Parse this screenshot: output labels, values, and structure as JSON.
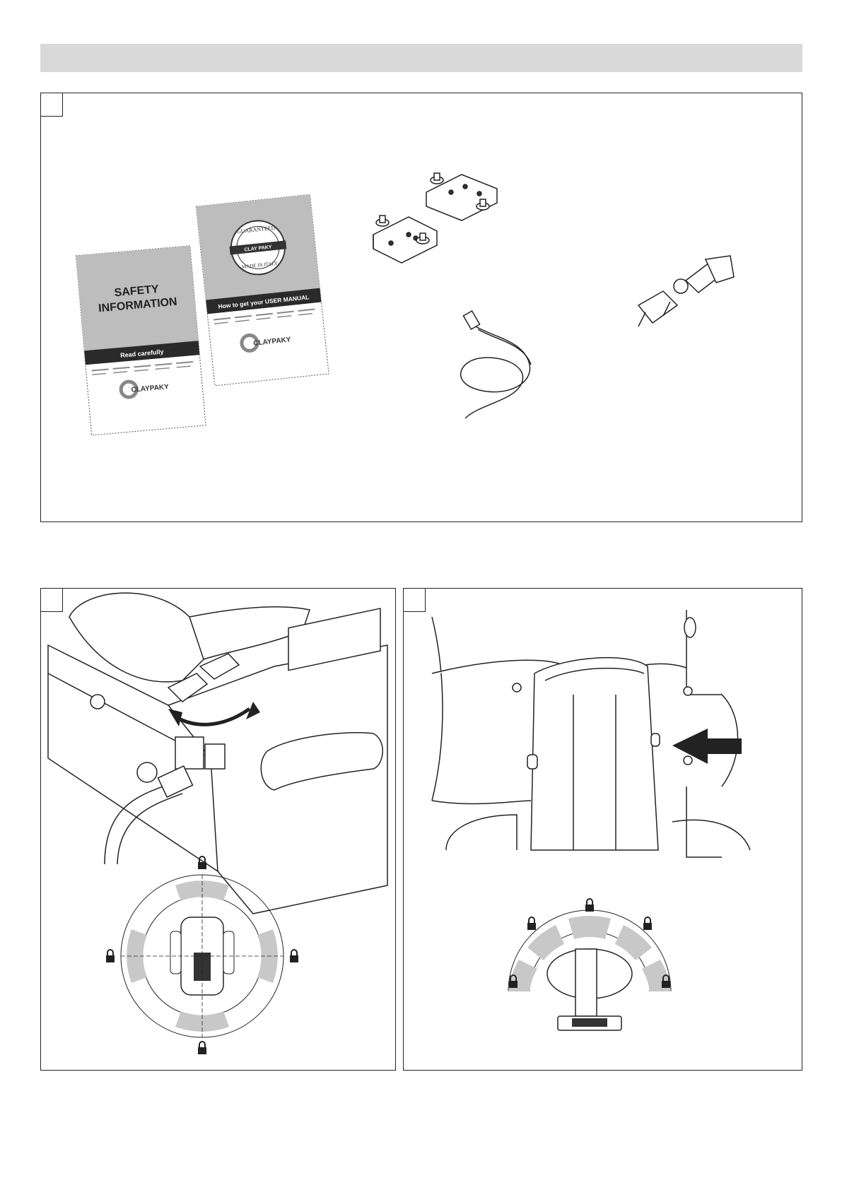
{
  "booklet_safety": {
    "title_line1": "SAFETY",
    "title_line2": "INFORMATION",
    "band": "Read carefully",
    "brand": "CLAYPAKY"
  },
  "booklet_guarantee": {
    "seal_top": "GUARANTEED",
    "seal_ribbon": "CLAY PAKY",
    "seal_bottom": "MADE IN ITALY",
    "band": "How to get your USER MANUAL",
    "brand": "CLAYPAKY"
  }
}
